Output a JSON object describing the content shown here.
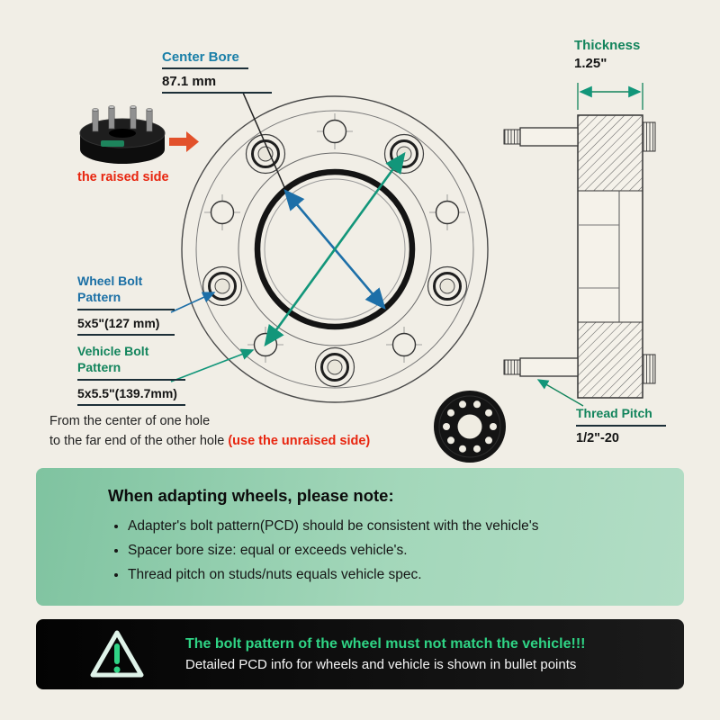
{
  "colors": {
    "background": "#f1eee6",
    "accent_green": "#12845c",
    "accent_blue": "#1a6fa5",
    "warning_red": "#e8250f",
    "panel_green": "#96cfad",
    "highlight_green": "#2fd485",
    "arrow_orange": "#e2512b",
    "teal_arrow": "#12967a"
  },
  "diagram": {
    "center_bore": {
      "label": "Center Bore",
      "value": "87.1 mm"
    },
    "thickness": {
      "label": "Thickness",
      "value": "1.25\""
    },
    "raised_side": "the raised side",
    "wheel_bolt": {
      "label": "Wheel Bolt Pattern",
      "value": "5x5\"(127 mm)"
    },
    "vehicle_bolt": {
      "label": "Vehicle Bolt Pattern",
      "value": "5x5.5\"(139.7mm)"
    },
    "thread_pitch": {
      "label": "Thread Pitch",
      "value": "1/2\"-20"
    },
    "measure_note": {
      "line1": "From the center of one hole",
      "line2": "to the far end of the other hole ",
      "highlight": "(use the unraised side)"
    }
  },
  "note_panel": {
    "title": "When adapting wheels, please note:",
    "bullets": [
      "Adapter's bolt pattern(PCD) should be consistent with the vehicle's",
      "Spacer bore size: equal or exceeds vehicle's.",
      "Thread pitch on studs/nuts equals vehicle spec."
    ]
  },
  "warning_panel": {
    "line1": "The bolt pattern of the wheel must not match the vehicle!!!",
    "line2": "Detailed PCD info for wheels and vehicle is shown in bullet points"
  }
}
